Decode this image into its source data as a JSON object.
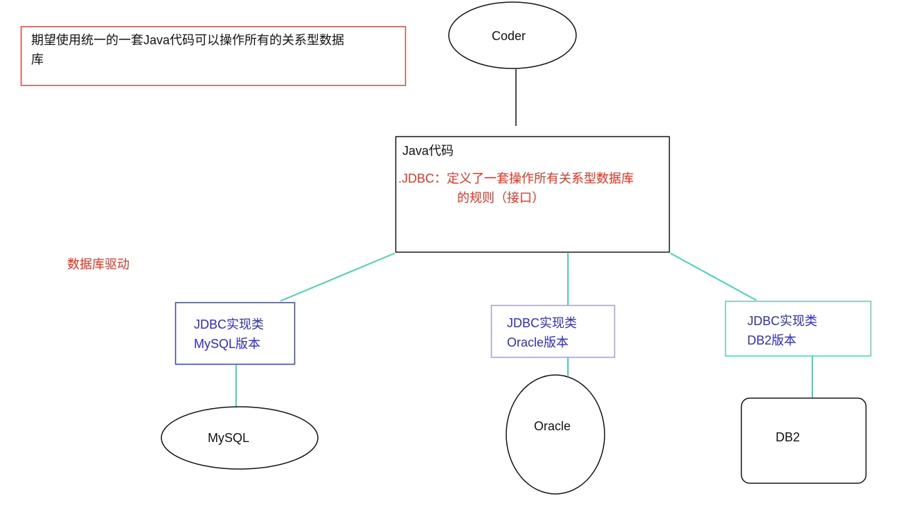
{
  "goal_note": {
    "line1": "期望使用统一的一套Java代码可以操作所有的关系型数据",
    "line2": "库"
  },
  "coder": {
    "label": "Coder"
  },
  "java_code": {
    "title": "Java代码",
    "jdbc_line1": ".JDBC：定义了一套操作所有关系型数据库",
    "jdbc_line2": "的规则（接口）"
  },
  "driver_label": "数据库驱动",
  "implementations": [
    {
      "line1": "JDBC实现类",
      "line2": "MySQL版本",
      "db": "MySQL"
    },
    {
      "line1": "JDBC实现类",
      "line2": "Oracle版本",
      "db": "Oracle"
    },
    {
      "line1": "JDBC实现类",
      "line2": "DB2版本",
      "db": "DB2"
    }
  ],
  "colors": {
    "connector": "#45d6b2",
    "note_border": "#d9433a",
    "red_text": "#ee3322",
    "blue_text": "#2b2bd6"
  }
}
